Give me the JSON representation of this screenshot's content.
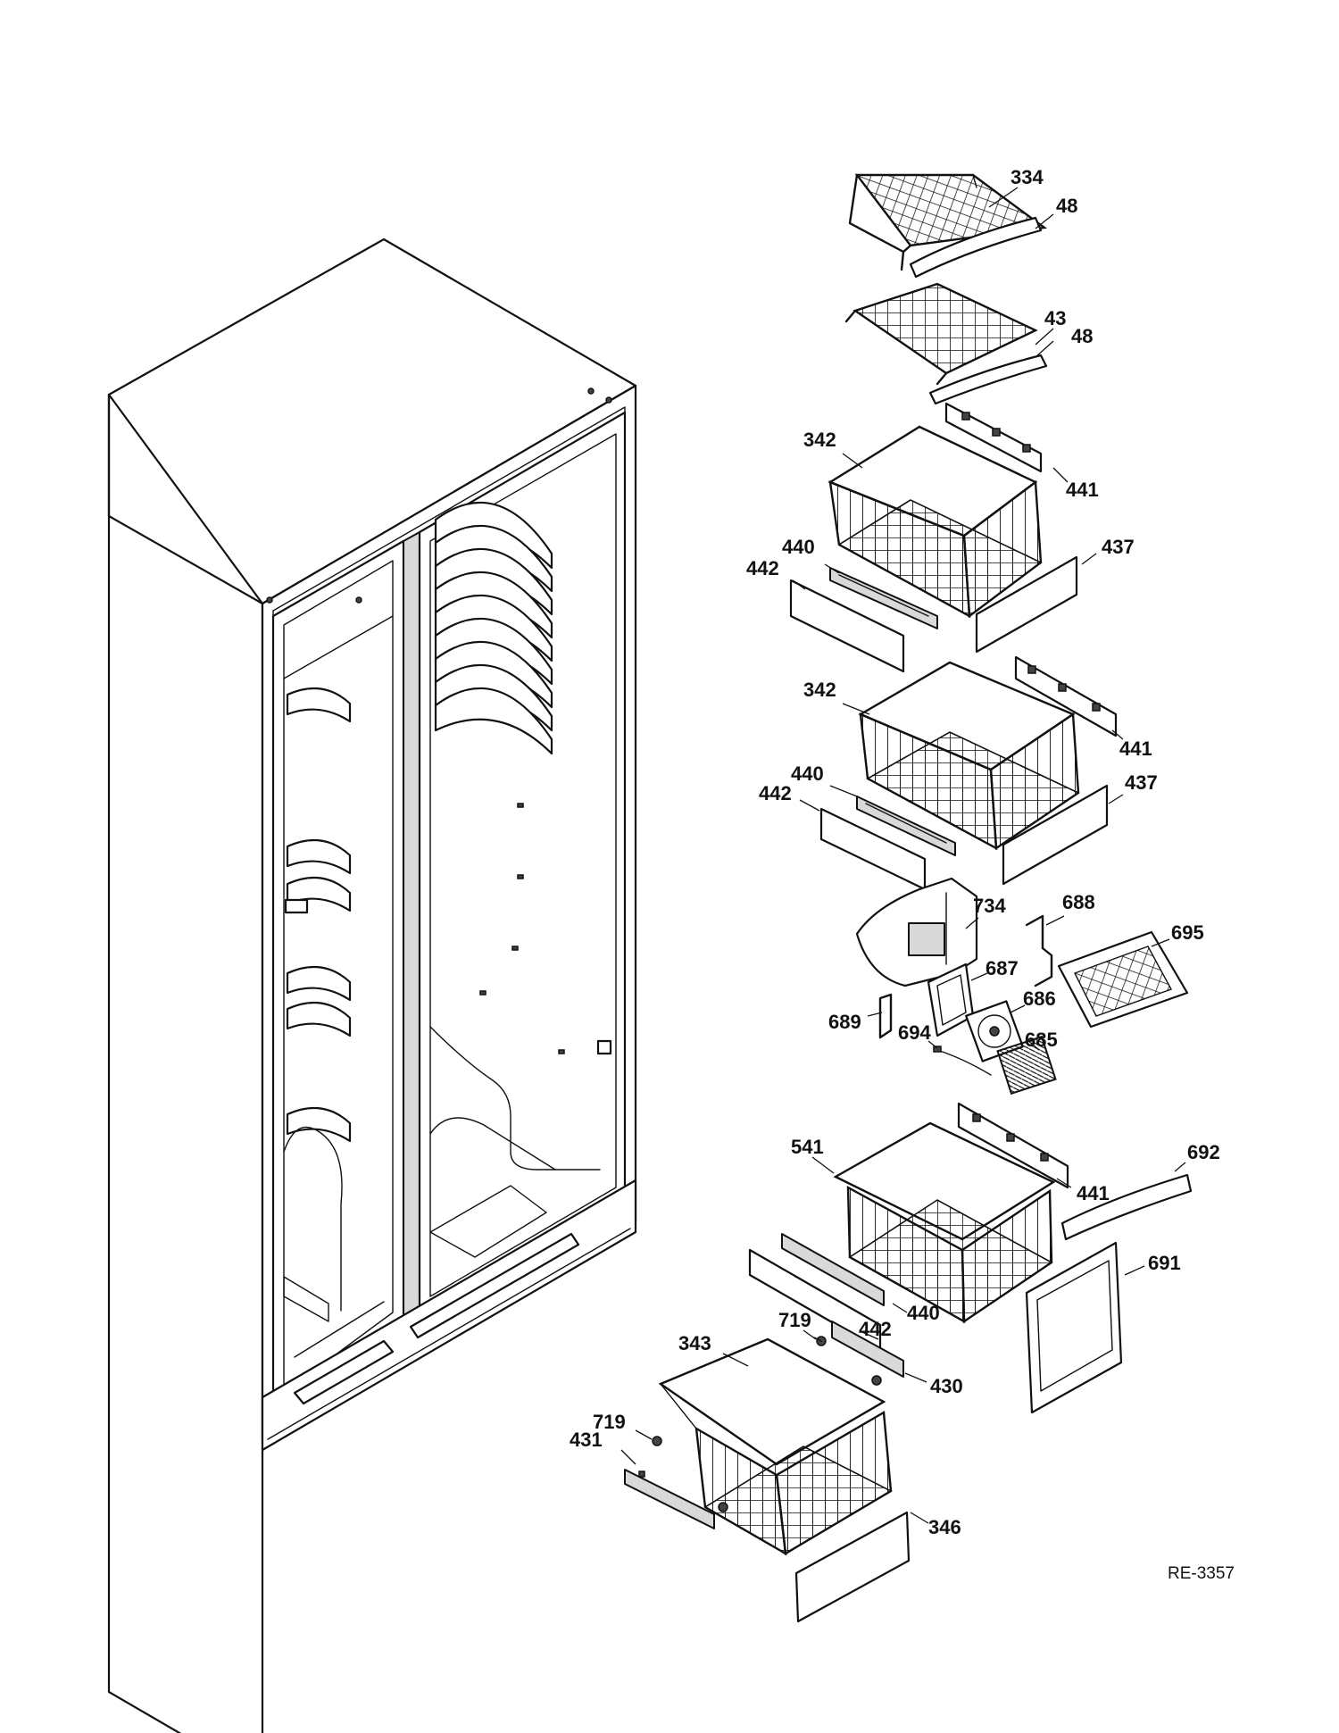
{
  "diagram": {
    "reference_code": "RE-3357",
    "callouts": [
      {
        "id": "c334a",
        "label": "334"
      },
      {
        "id": "c48a",
        "label": "48"
      },
      {
        "id": "c43",
        "label": "43"
      },
      {
        "id": "c48b",
        "label": "48"
      },
      {
        "id": "c342a",
        "label": "342"
      },
      {
        "id": "c441a",
        "label": "441"
      },
      {
        "id": "c440a",
        "label": "440"
      },
      {
        "id": "c442a",
        "label": "442"
      },
      {
        "id": "c437a",
        "label": "437"
      },
      {
        "id": "c342b",
        "label": "342"
      },
      {
        "id": "c441b",
        "label": "441"
      },
      {
        "id": "c440b",
        "label": "440"
      },
      {
        "id": "c442b",
        "label": "442"
      },
      {
        "id": "c437b",
        "label": "437"
      },
      {
        "id": "c734",
        "label": "734"
      },
      {
        "id": "c688",
        "label": "688"
      },
      {
        "id": "c695",
        "label": "695"
      },
      {
        "id": "c687",
        "label": "687"
      },
      {
        "id": "c686",
        "label": "686"
      },
      {
        "id": "c689",
        "label": "689"
      },
      {
        "id": "c694",
        "label": "694"
      },
      {
        "id": "c685",
        "label": "685"
      },
      {
        "id": "c541",
        "label": "541"
      },
      {
        "id": "c441c",
        "label": "441"
      },
      {
        "id": "c692",
        "label": "692"
      },
      {
        "id": "c691",
        "label": "691"
      },
      {
        "id": "c440c",
        "label": "440"
      },
      {
        "id": "c442c",
        "label": "442"
      },
      {
        "id": "c719a",
        "label": "719"
      },
      {
        "id": "c343",
        "label": "343"
      },
      {
        "id": "c430",
        "label": "430"
      },
      {
        "id": "c719b",
        "label": "719"
      },
      {
        "id": "c431",
        "label": "431"
      },
      {
        "id": "c346",
        "label": "346"
      }
    ]
  }
}
